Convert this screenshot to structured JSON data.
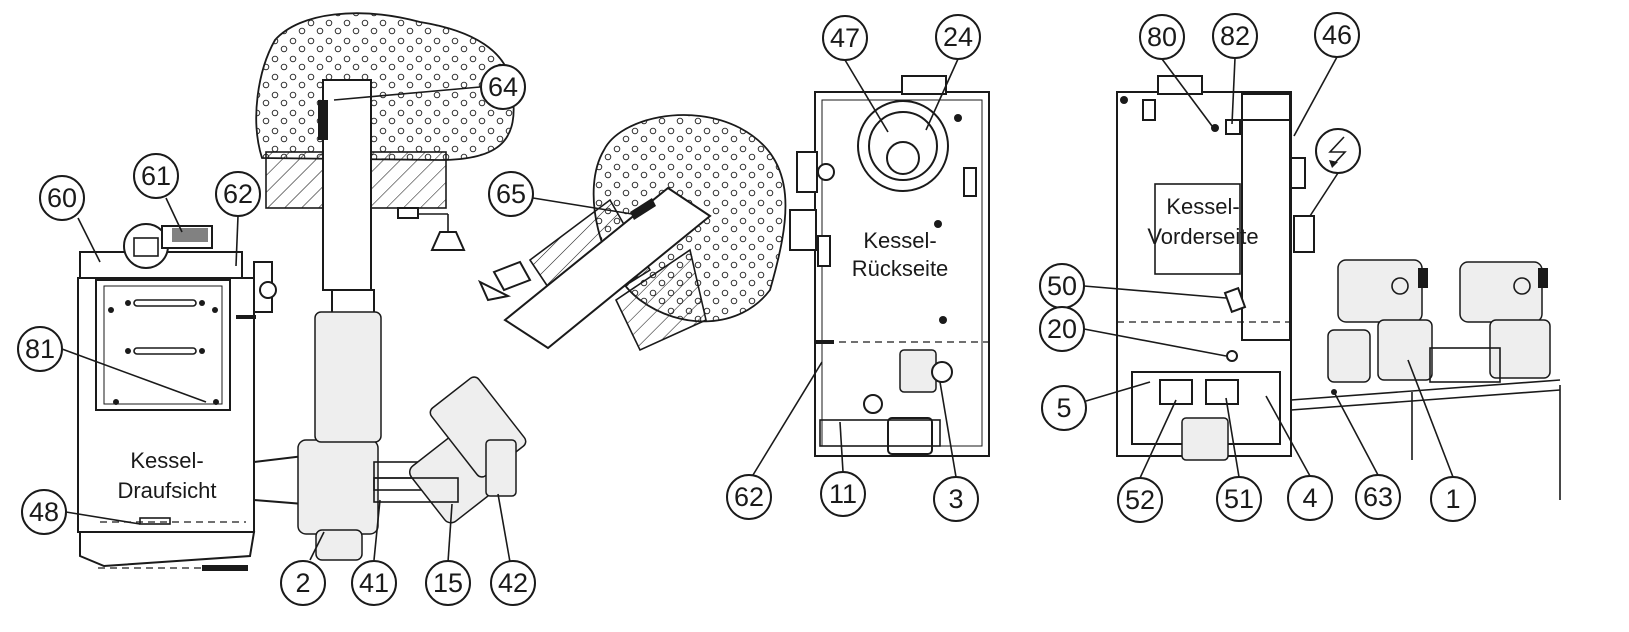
{
  "views": {
    "top": {
      "line1": "Kessel-",
      "line2": "Draufsicht"
    },
    "rear": {
      "line1": "Kessel-",
      "line2": "Rückseite"
    },
    "front": {
      "line1": "Kessel-",
      "line2": "Vorderseite"
    }
  },
  "callouts": {
    "c60": "60",
    "c61": "61",
    "c62a": "62",
    "c81": "81",
    "c48": "48",
    "c64": "64",
    "c65": "65",
    "c2": "2",
    "c41": "41",
    "c15": "15",
    "c42": "42",
    "c47": "47",
    "c24": "24",
    "c62b": "62",
    "c11": "11",
    "c3": "3",
    "c80": "80",
    "c82": "82",
    "c46": "46",
    "c50": "50",
    "c20": "20",
    "c5": "5",
    "c52": "52",
    "c51": "51",
    "c4": "4",
    "c63": "63",
    "c1": "1"
  },
  "symbols": {
    "power": "lightning-bolt-icon"
  }
}
